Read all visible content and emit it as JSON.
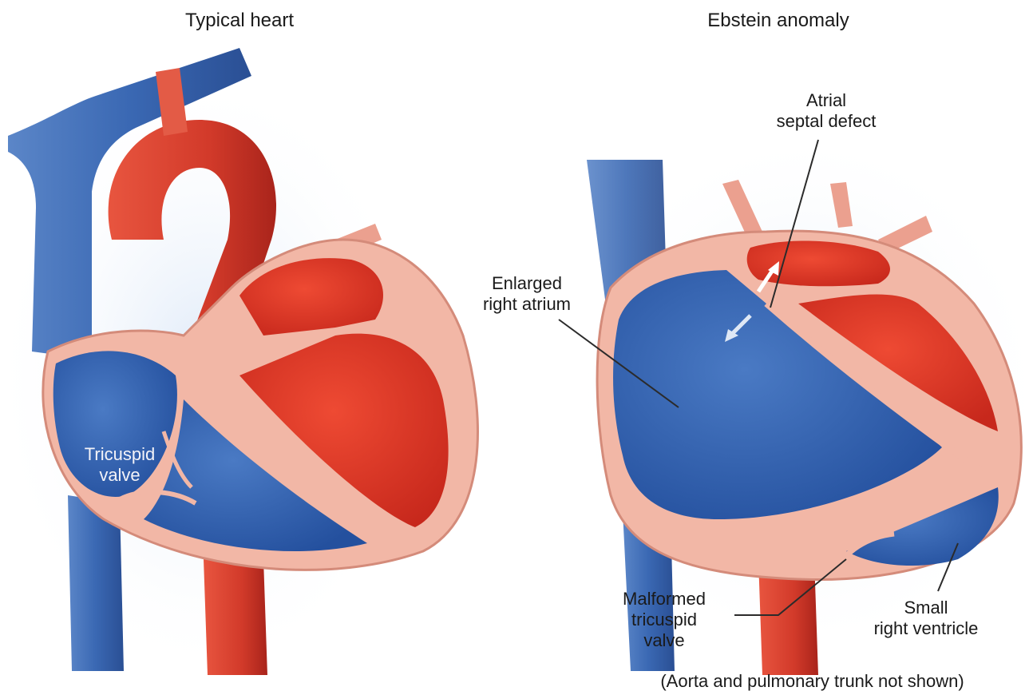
{
  "panels": {
    "left": {
      "title": "Typical heart"
    },
    "right": {
      "title": "Ebstein anomaly"
    }
  },
  "labels": {
    "tricuspid_valve": "Tricuspid\nvalve",
    "atrial_septal_defect": "Atrial\nseptal defect",
    "enlarged_right_atrium": "Enlarged\nright atrium",
    "malformed_tricuspid_valve": "Malformed\ntricuspid\nvalve",
    "small_right_ventricle": "Small\nright ventricle"
  },
  "footnote": "(Aorta and pulmonary trunk not shown)",
  "colors": {
    "oxygenated_red": "#d83a2c",
    "deoxygenated_blue": "#2f5fae",
    "heart_wall_pink": "#f2b7a6",
    "background": "#ffffff"
  }
}
